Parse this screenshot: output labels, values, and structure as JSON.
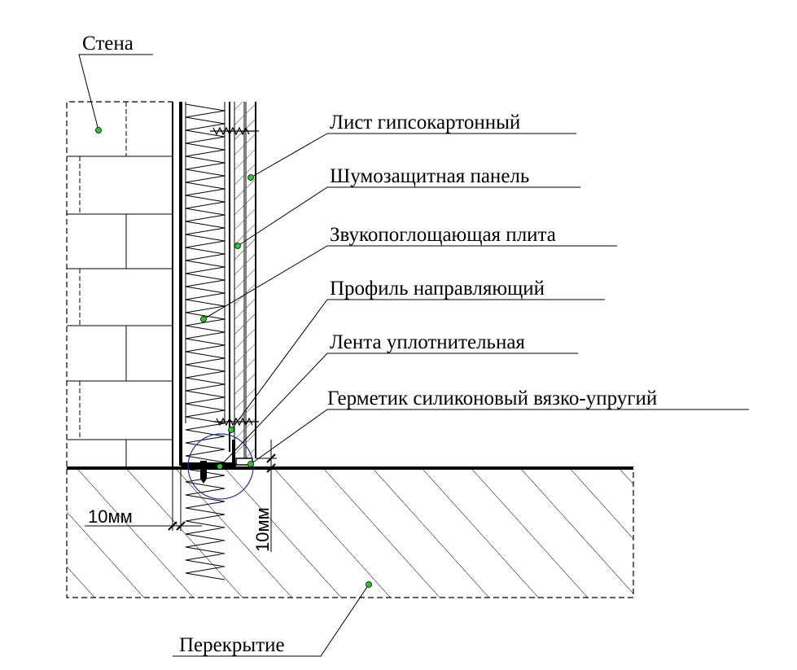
{
  "labels": {
    "wall": "Стена",
    "gypsum_board": "Лист гипсокартонный",
    "noise_panel": "Шумозащитная панель",
    "absorbing_slab": "Звукопоглощающая плита",
    "guide_profile": "Профиль направляющий",
    "sealing_tape": "Лента уплотнительная",
    "sealant": "Герметик силиконовый вязко-упругий",
    "slab": "Перекрытие"
  },
  "dimensions": {
    "horizontal_gap": "10мм",
    "vertical_gap": "10мм"
  },
  "colors": {
    "line": "#000000",
    "marker": "#22cc22",
    "detail_circle": "#2233aa"
  }
}
